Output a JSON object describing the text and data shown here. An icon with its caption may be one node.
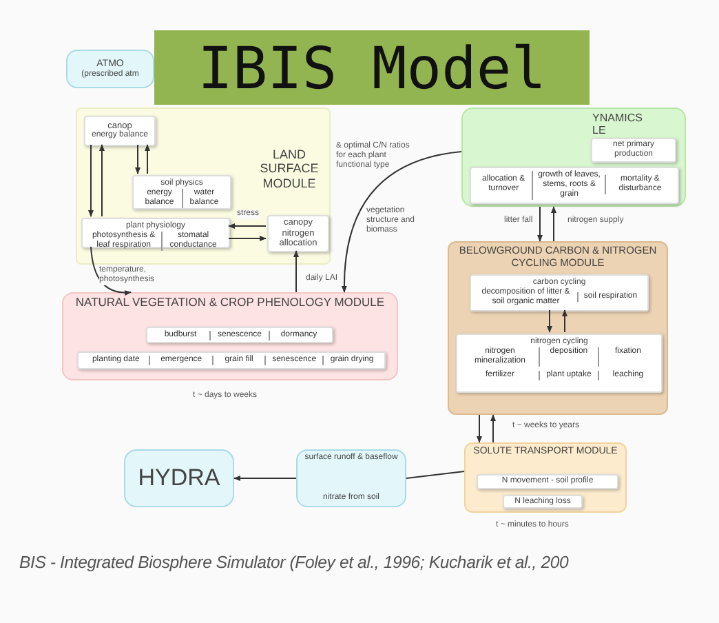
{
  "diagram": {
    "title": "IBIS Model",
    "caption": "BIS - Integrated Biosphere Simulator (Foley et al., 1996; Kucharik et al., 200",
    "nodes": [
      {
        "text": [
          "ATMO",
          "(prescribed atm"
        ]
      },
      {
        "text": [
          "YNAMICS",
          "LE"
        ]
      },
      {
        "text": [
          "net primary production"
        ],
        "in": 1
      },
      {
        "text": [
          "allocation & turnover",
          "growth of leaves, stems, roots & grain",
          "mortality & disturbance"
        ],
        "in": 1
      },
      {
        "text": [
          "LAND SURFACE MODULE"
        ]
      },
      {
        "text": [
          "canop",
          "energy balance"
        ],
        "in": 4
      },
      {
        "text": [
          "soil physics",
          "energy balance",
          "water balance"
        ],
        "in": 4
      },
      {
        "text": [
          "plant physiology",
          "photosynthesis & leaf respiration",
          "stomatal conductance"
        ],
        "in": 4
      },
      {
        "text": [
          "canopy nitrogen allocation"
        ],
        "in": 4
      },
      {
        "text": [
          "NATURAL VEGETATION & CROP PHENOLOGY MODULE"
        ],
        "beside": [
          "t ~ days to weeks"
        ]
      },
      {
        "text": [
          "budburst",
          "senescence",
          "dormancy"
        ],
        "in": 9
      },
      {
        "text": [
          "planting date",
          "emergence",
          "grain fill",
          "senescence",
          "grain drying"
        ],
        "in": 9
      },
      {
        "text": [
          "BELOWGROUND CARBON & NITROGEN CYCLING MODULE"
        ]
      },
      {
        "text": [
          "carbon cycling",
          "decomposition of litter & soil organic matter",
          "soil respiration"
        ],
        "in": 12
      },
      {
        "text": [
          "nitrogen cycling",
          "nitrogen mineralization",
          "deposition",
          "fixation",
          "fertilizer",
          "plant uptake",
          "leaching"
        ],
        "in": 12
      },
      {
        "text": [
          "SOLUTE TRANSPORT MODULE"
        ],
        "beside": [
          "t ~ minutes to hours"
        ]
      },
      {
        "text": [
          "N movement - soil profile"
        ],
        "in": 15
      },
      {
        "text": [
          "N leaching loss"
        ],
        "in": 15
      },
      {
        "text": [
          "surface runoff & baseflow",
          "nitrate from soil"
        ]
      },
      {
        "text": [
          "HYDRA"
        ]
      }
    ],
    "edges": [
      {
        "from": 5,
        "to": 6,
        "arrow": "to"
      },
      {
        "from": 6,
        "to": 5,
        "arrow": "to"
      },
      {
        "from": 5,
        "to": 7,
        "arrow": "to"
      },
      {
        "from": 7,
        "to": 5,
        "arrow": "to"
      },
      {
        "from": 8,
        "to": 7,
        "arrow": "to",
        "label": "stress"
      },
      {
        "from": 7,
        "to": 8,
        "arrow": "to"
      },
      {
        "from": 7,
        "to": 9,
        "arrow": "to",
        "label": "temperature, photosynthesis"
      },
      {
        "from": 9,
        "to": 8,
        "arrow": "to",
        "label": "daily LAI"
      },
      {
        "from": 1,
        "to": 9,
        "arrow": "to",
        "label": "vegetation structure and biomass"
      },
      {
        "from": 1,
        "to": 12,
        "arrow": "to",
        "label": "litter fall"
      },
      {
        "from": 12,
        "to": 1,
        "arrow": "to",
        "label": "nitrogen supply"
      },
      {
        "from": 13,
        "to": 14,
        "arrow": "to"
      },
      {
        "from": 14,
        "to": 13,
        "arrow": "to"
      },
      {
        "from": 12,
        "to": 15,
        "arrow": "to"
      },
      {
        "from": 15,
        "to": 12,
        "arrow": "to"
      },
      {
        "from": 15,
        "to": 18,
        "arrow": "none"
      },
      {
        "from": 18,
        "to": 19,
        "arrow": "to"
      }
    ],
    "labels": [
      "& optimal C/N ratios for each plant functional type",
      "t ~ weeks to years"
    ]
  }
}
